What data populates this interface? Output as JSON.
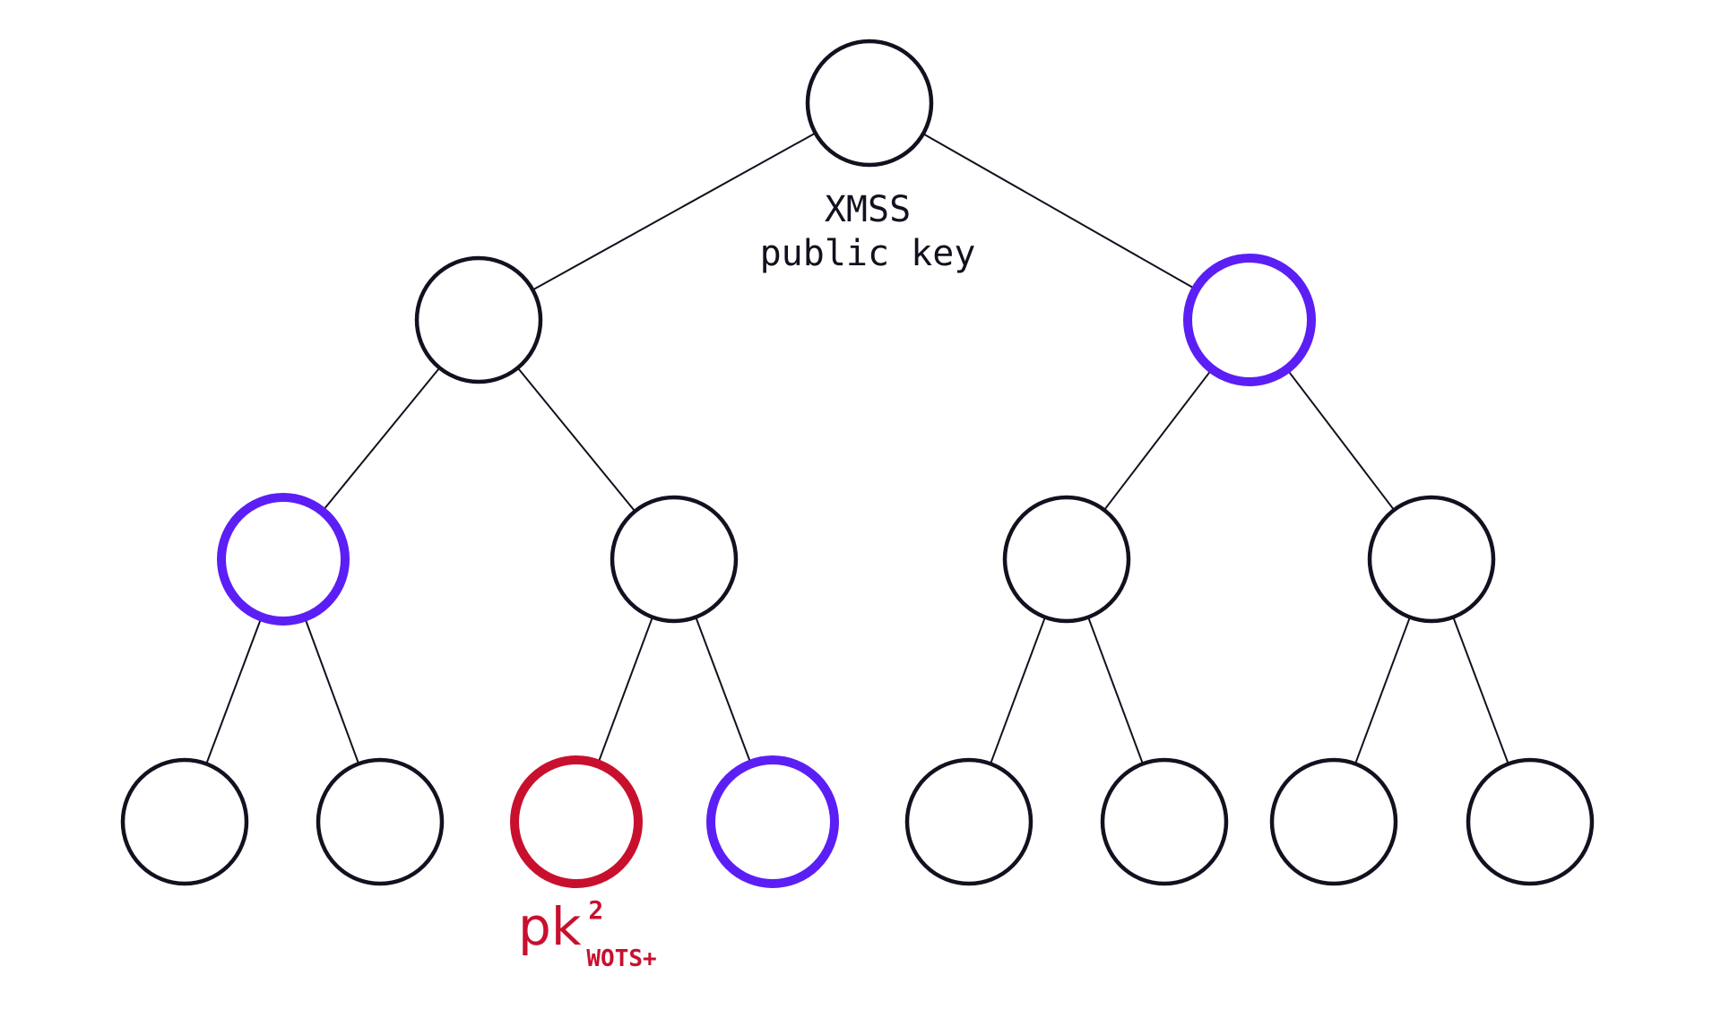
{
  "colors": {
    "node_default": "#13111f",
    "node_highlight_path": "#5b1ff5",
    "node_highlight_leaf": "#c8102e",
    "edge": "#13111f",
    "background": "#ffffff"
  },
  "tree": {
    "root_label": {
      "line1": "XMSS",
      "line2": "public key"
    },
    "levels": [
      [
        "default"
      ],
      [
        "default",
        "path"
      ],
      [
        "path",
        "default",
        "default",
        "default"
      ],
      [
        "default",
        "default",
        "leaf",
        "path",
        "default",
        "default",
        "default",
        "default"
      ]
    ]
  },
  "leaf_label": {
    "main": "pk",
    "superscript": "2",
    "subscript": "WOTS+"
  }
}
